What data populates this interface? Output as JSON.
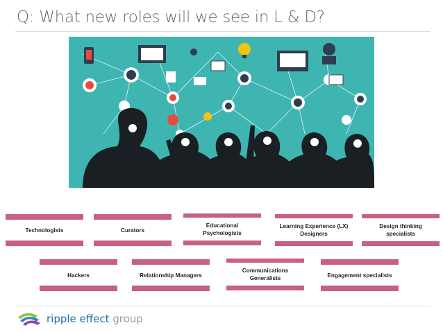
{
  "slide": {
    "title": "Q: What new roles will we see in L & D?"
  },
  "roles_row1": [
    {
      "label": "Technologists"
    },
    {
      "label": "Curators"
    },
    {
      "label": "Educational Psychologists"
    },
    {
      "label": "Learning Experience (LX) Designers"
    },
    {
      "label": "Design thinking specialists"
    }
  ],
  "roles_row2": [
    {
      "label": "Hackers"
    },
    {
      "label": "Relationship Managers"
    },
    {
      "label": "Communications Generalists"
    },
    {
      "label": "Engagement specialists"
    }
  ],
  "footer": {
    "brand_main": "ripple effect ",
    "brand_suffix": "group"
  },
  "colors": {
    "accent": "#c75f86",
    "teal": "#3fb5b2",
    "brand_blue": "#1e6fa7"
  }
}
